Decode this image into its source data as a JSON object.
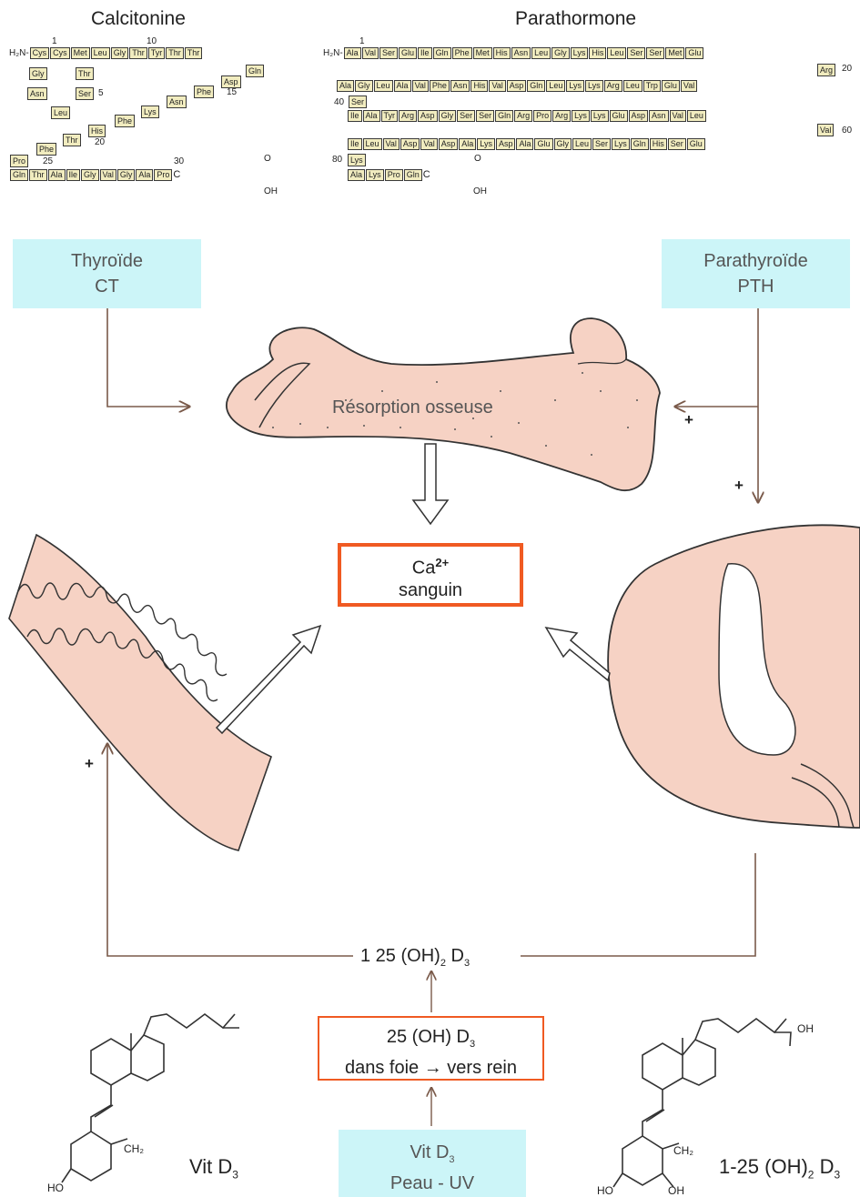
{
  "calcitonine": {
    "title": "Calcitonine",
    "h2n": "H₂N-",
    "num1": "1",
    "num10": "10",
    "num5": "5",
    "num15": "15",
    "num20": "20",
    "num25": "25",
    "num30": "30",
    "row1": [
      "Cys",
      "Cys",
      "Met",
      "Leu",
      "Gly",
      "Thr",
      "Tyr",
      "Thr",
      "Thr"
    ],
    "ring_left": [
      "Gly",
      "Asn"
    ],
    "ring_right": [
      "Thr",
      "Ser"
    ],
    "leu": "Leu",
    "gln": "Gln",
    "asp": "Asp",
    "diag": [
      "Phe",
      "Asn",
      "Lys",
      "Phe",
      "His",
      "Thr",
      "Phe"
    ],
    "pro": "Pro",
    "last_row": [
      "Gln",
      "Thr",
      "Ala",
      "Ile",
      "Gly",
      "Val",
      "Gly",
      "Ala",
      "Pro"
    ],
    "cooh_c": "C",
    "cooh_o": "O",
    "cooh_oh": "OH"
  },
  "parathormone": {
    "title": "Parathormone",
    "h2n": "H₂N-",
    "num1": "1",
    "num20": "20",
    "num40": "40",
    "num60": "60",
    "num80": "80",
    "row1": [
      "Ala",
      "Val",
      "Ser",
      "Glu",
      "Ile",
      "Gln",
      "Phe",
      "Met",
      "His",
      "Asn",
      "Leu",
      "Gly",
      "Lys",
      "His",
      "Leu",
      "Ser",
      "Ser",
      "Met",
      "Glu"
    ],
    "arg": "Arg",
    "row2": [
      "Ala",
      "Gly",
      "Leu",
      "Ala",
      "Val",
      "Phe",
      "Asn",
      "His",
      "Val",
      "Asp",
      "Gln",
      "Leu",
      "Lys",
      "Lys",
      "Arg",
      "Leu",
      "Trp",
      "Glu",
      "Val"
    ],
    "ser": "Ser",
    "row3": [
      "Ile",
      "Ala",
      "Tyr",
      "Arg",
      "Asp",
      "Gly",
      "Ser",
      "Ser",
      "Gln",
      "Arg",
      "Pro",
      "Arg",
      "Lys",
      "Lys",
      "Glu",
      "Asp",
      "Asn",
      "Val",
      "Leu"
    ],
    "val": "Val",
    "row4": [
      "Ile",
      "Leu",
      "Val",
      "Asp",
      "Val",
      "Asp",
      "Ala",
      "Lys",
      "Asp",
      "Ala",
      "Glu",
      "Gly",
      "Leu",
      "Ser",
      "Lys",
      "Gln",
      "His",
      "Ser",
      "Glu"
    ],
    "lys": "Lys",
    "row5": [
      "Ala",
      "Lys",
      "Pro",
      "Gln"
    ],
    "cooh_c": "C",
    "cooh_o": "O",
    "cooh_oh": "OH"
  },
  "thyroide": {
    "line1": "Thyroïde",
    "line2": "CT"
  },
  "parathyroide": {
    "line1": "Parathyroïde",
    "line2": "PTH"
  },
  "bone_label": "Résorption osseuse",
  "calcium": {
    "line1": "Ca",
    "sup": "2+",
    "line2": "sanguin"
  },
  "plus": [
    "+",
    "+",
    "+"
  ],
  "active_d3": {
    "text": "1 25 (OH)",
    "sub1": "2",
    "tail": " D",
    "sub2": "3"
  },
  "liver_box": {
    "line1_a": "25 (OH) D",
    "line1_sub": "3",
    "line2": "dans foie → vers rein"
  },
  "vitd_box": {
    "line1_a": "Vit D",
    "line1_sub": "3",
    "line2": "Peau - UV"
  },
  "vitd_label": {
    "a": "Vit D",
    "sub": "3"
  },
  "calcitriol_label": {
    "a": "1-25 (OH)",
    "sub1": "2",
    "b": " D",
    "sub2": "3"
  },
  "chem": {
    "ch2_left": "CH₂",
    "ho_left": "HO",
    "ch2_right": "CH₂",
    "ho_right": "HO",
    "oh_right": "OH",
    "oh_top": "OH"
  },
  "colors": {
    "cyan": "#ccf5f8",
    "orange": "#f05a22",
    "tissue": "#f6d2c4",
    "arrow": "#7a5a4a"
  }
}
